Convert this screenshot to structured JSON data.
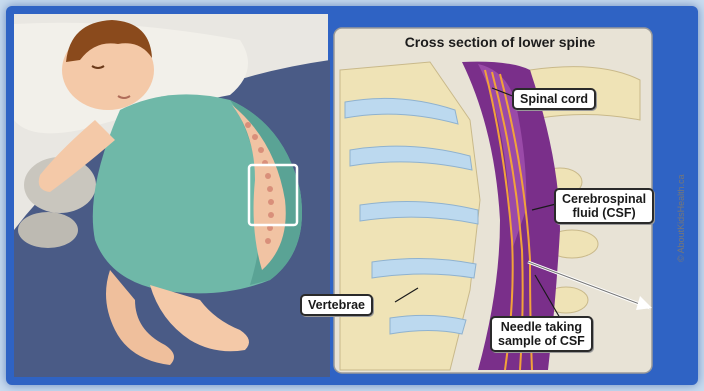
{
  "panel": {
    "title": "Cross section of lower spine"
  },
  "labels": {
    "spinal_cord": "Spinal cord",
    "csf_line1": "Cerebrospinal",
    "csf_line2": "fluid (CSF)",
    "vertebrae": "Vertebrae",
    "needle_line1": "Needle taking",
    "needle_line2": "sample of CSF"
  },
  "credit": "© AboutKidsHealth.ca",
  "colors": {
    "frame": "#2f63c4",
    "background": "#c9dcef",
    "bed": "#4a5b86",
    "gown": "#6fb8a8",
    "skin": "#f4c9a8",
    "hair": "#8a4a1c",
    "vertebra": "#efe3b6",
    "disc": "#bcd9ef",
    "spinal_canal": "#7a2f8a",
    "nerve": "#f2a23a"
  }
}
